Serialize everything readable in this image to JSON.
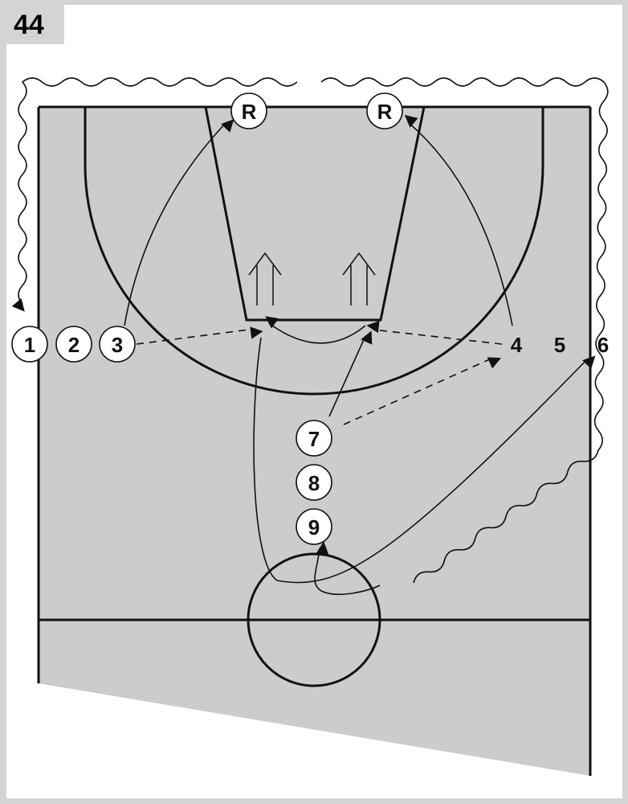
{
  "diagram_number": "44",
  "players": {
    "p1": "1",
    "p2": "2",
    "p3": "3",
    "p4": "4",
    "p5": "5",
    "p6": "6",
    "p7": "7",
    "p8": "8",
    "p9": "9",
    "r_left": "R",
    "r_right": "R"
  },
  "colors": {
    "court": "#cccccc",
    "frame": "#d4d4d4",
    "line": "#111111"
  }
}
